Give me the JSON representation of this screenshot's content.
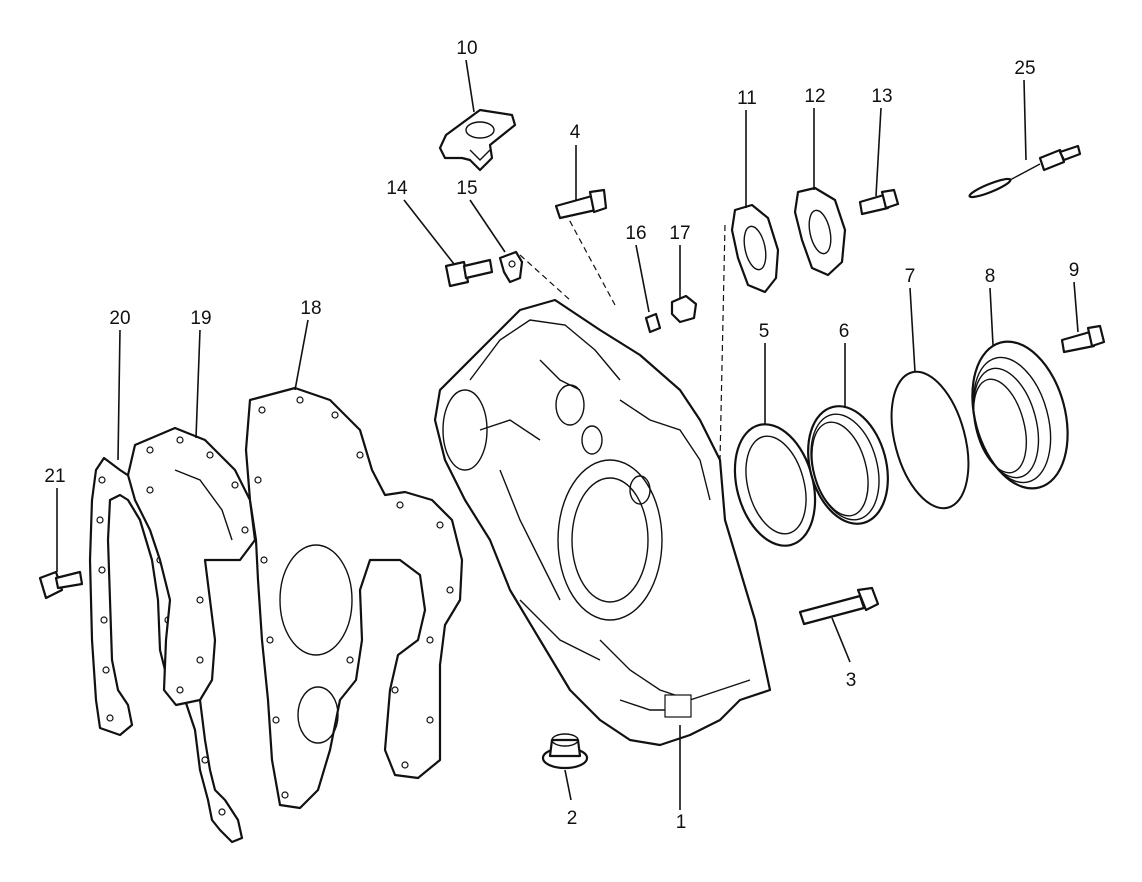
{
  "callouts": [
    {
      "id": "p1",
      "label": "1"
    },
    {
      "id": "p2",
      "label": "2"
    },
    {
      "id": "p3",
      "label": "3"
    },
    {
      "id": "p4",
      "label": "4"
    },
    {
      "id": "p5",
      "label": "5"
    },
    {
      "id": "p6",
      "label": "6"
    },
    {
      "id": "p7",
      "label": "7"
    },
    {
      "id": "p8",
      "label": "8"
    },
    {
      "id": "p9",
      "label": "9"
    },
    {
      "id": "p10",
      "label": "10"
    },
    {
      "id": "p11",
      "label": "11"
    },
    {
      "id": "p12",
      "label": "12"
    },
    {
      "id": "p13",
      "label": "13"
    },
    {
      "id": "p14",
      "label": "14"
    },
    {
      "id": "p15",
      "label": "15"
    },
    {
      "id": "p16",
      "label": "16"
    },
    {
      "id": "p17",
      "label": "17"
    },
    {
      "id": "p18",
      "label": "18"
    },
    {
      "id": "p19",
      "label": "19"
    },
    {
      "id": "p20",
      "label": "20"
    },
    {
      "id": "p21",
      "label": "21"
    },
    {
      "id": "p25",
      "label": "25"
    }
  ]
}
